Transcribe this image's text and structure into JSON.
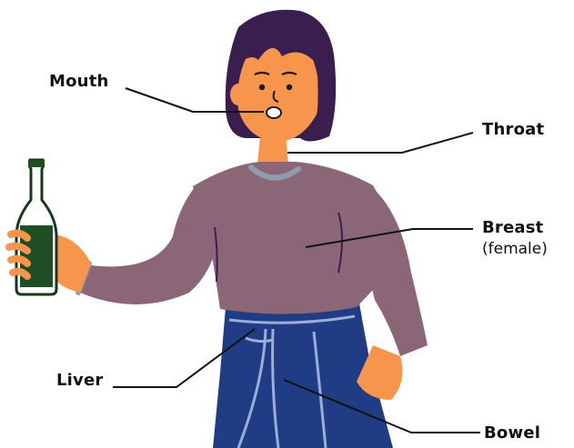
{
  "labels": {
    "mouth": "Mouth",
    "throat": "Throat",
    "breast": "Breast",
    "breast_note": "(female)",
    "liver": "Liver",
    "bowel": "Bowel"
  },
  "icons": {
    "person": "woman-holding-bottle",
    "bottle": "wine-bottle"
  },
  "colors": {
    "hair": "#3a1e4f",
    "skin": "#f7954c",
    "sweater": "#8a6676",
    "sweater_shadow": "#6f4d5e",
    "collar": "#8d9cb0",
    "jeans": "#203c84",
    "jeans_stitch": "#9aaed6",
    "bottle": "#1f4d24",
    "bottle_outline": "#17381b",
    "leader_line": "#111111"
  }
}
